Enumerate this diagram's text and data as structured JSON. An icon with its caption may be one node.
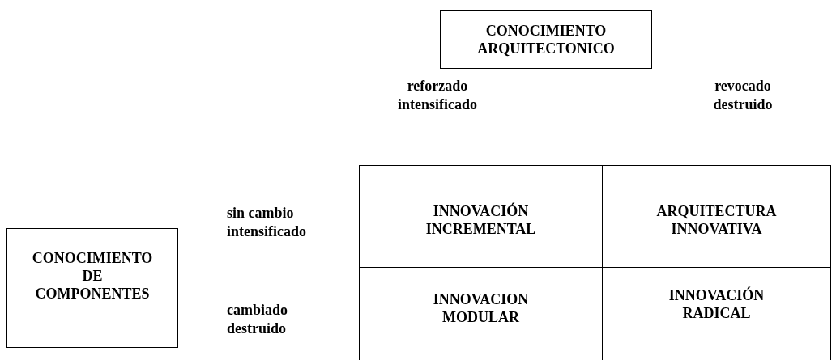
{
  "diagram": {
    "nodes": [
      {
        "text": [
          "CONOCIMIENTO ARQUITECTONICO"
        ]
      },
      {
        "text": [
          "CONOCIMIENTO DE COMPONENTES"
        ]
      },
      {
        "text": [
          "INNOVACIÓN INCREMENTAL"
        ]
      },
      {
        "text": [
          "ARQUITECTURA INNOVATIVA"
        ]
      },
      {
        "text": [
          "INNOVACION MODULAR"
        ]
      },
      {
        "text": [
          "INNOVACIÓN RADICAL"
        ]
      }
    ],
    "labels": [
      "reforzado intensificado",
      "revocado destruido",
      "sin cambio intensificado",
      "cambiado destruido"
    ]
  }
}
